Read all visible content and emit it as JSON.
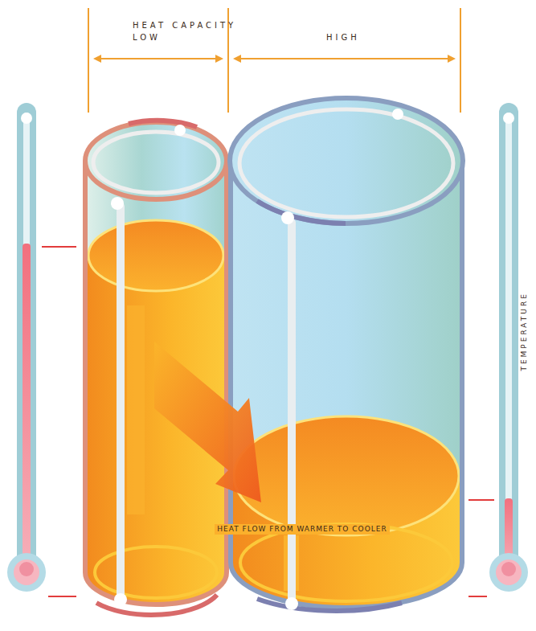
{
  "diagram": {
    "labels": [
      "HEAT CAPACITY",
      "LOW",
      "HIGH",
      "HEAT FLOW FROM WARMER TO COOLER",
      "TEMPERATURE"
    ]
  }
}
